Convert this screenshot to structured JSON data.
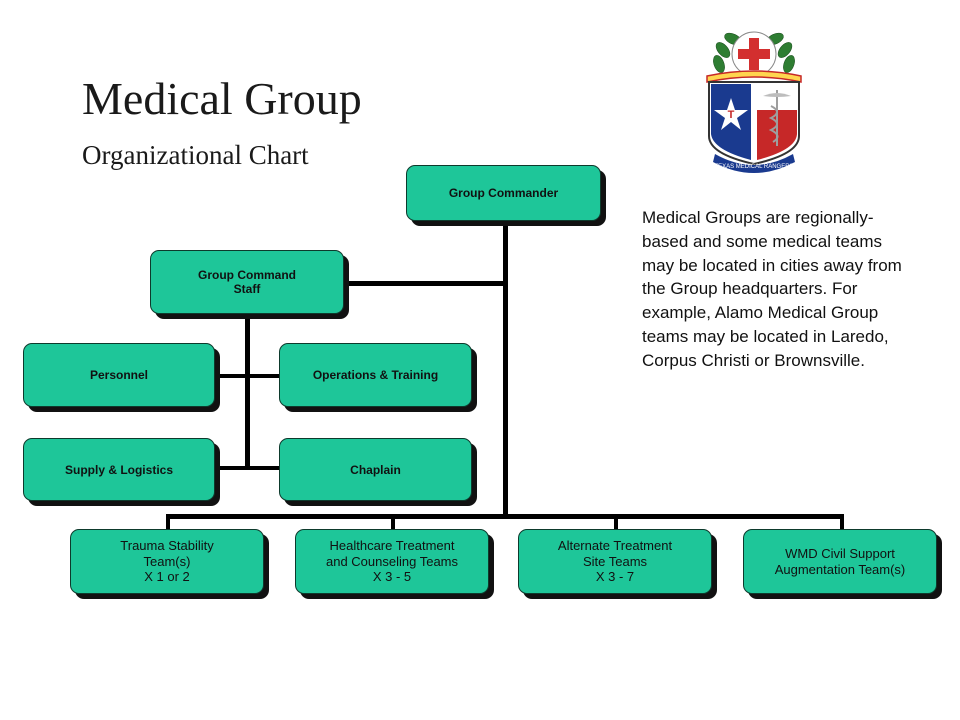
{
  "title": "Medical Group",
  "subtitle": "Organizational Chart",
  "description": "Medical Groups are regionally-based and some medical teams may be located in cities away from the Group headquarters. For example, Alamo Medical Group teams may be located in Laredo, Corpus Christi or Brownsville.",
  "logo": {
    "text": "TEXAS MEDICAL RANGERS",
    "icon": "texas-medical-rangers-emblem"
  },
  "nodes": {
    "commander": "Group Commander",
    "command_staff": "Group Command\nStaff",
    "personnel": "Personnel",
    "operations": "Operations & Training",
    "supply": "Supply & Logistics",
    "chaplain": "Chaplain",
    "trauma": "Trauma Stability\nTeam(s)\nX 1 or 2",
    "healthcare": "Healthcare Treatment\nand Counseling Teams\nX 3 - 5",
    "alternate": "Alternate Treatment\nSite Teams\nX 3 - 7",
    "wmd": "WMD Civil Support\nAugmentation Team(s)"
  },
  "colors": {
    "box_fill": "#1ec699",
    "box_shadow": "#111111",
    "line": "#000000"
  }
}
